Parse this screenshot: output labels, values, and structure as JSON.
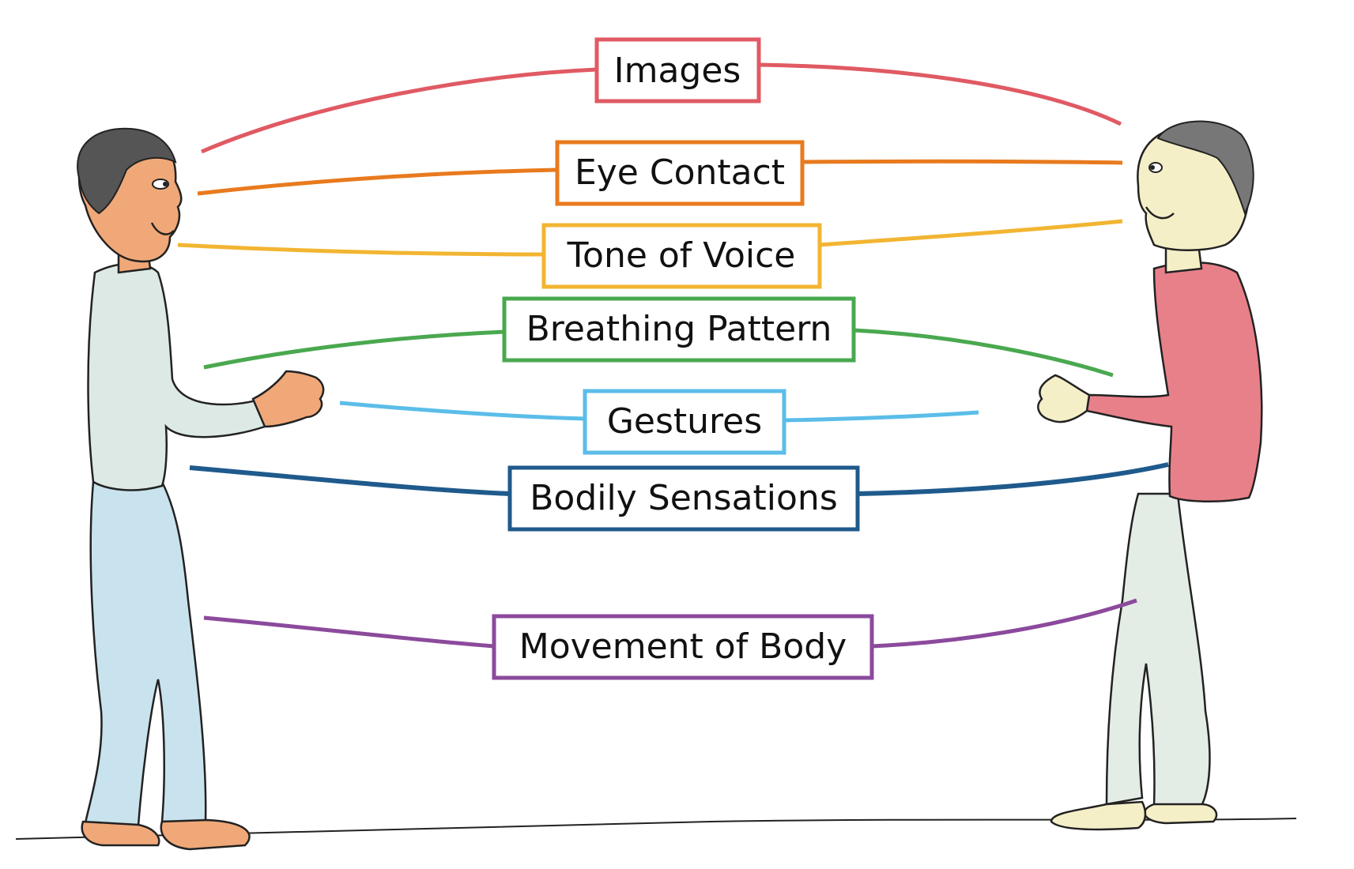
{
  "diagram": {
    "connections": [
      {
        "label": "Images",
        "color": "#e05a63"
      },
      {
        "label": "Eye Contact",
        "color": "#e87a1e"
      },
      {
        "label": "Tone of Voice",
        "color": "#f2b532"
      },
      {
        "label": "Breathing Pattern",
        "color": "#4aa84f"
      },
      {
        "label": "Gestures",
        "color": "#5bbde8"
      },
      {
        "label": "Bodily Sensations",
        "color": "#1f5a8c"
      },
      {
        "label": "Movement of Body",
        "color": "#8b4a9c"
      }
    ],
    "people": {
      "left": {
        "shirt_color": "#dce9e4",
        "pants_color": "#c9e3ee",
        "skin_color": "#f0a878",
        "hair_color": "#555555"
      },
      "right": {
        "shirt_color": "#e8808a",
        "pants_color": "#e4ece6",
        "skin_color": "#f5efc8",
        "hair_color": "#777777"
      }
    }
  }
}
